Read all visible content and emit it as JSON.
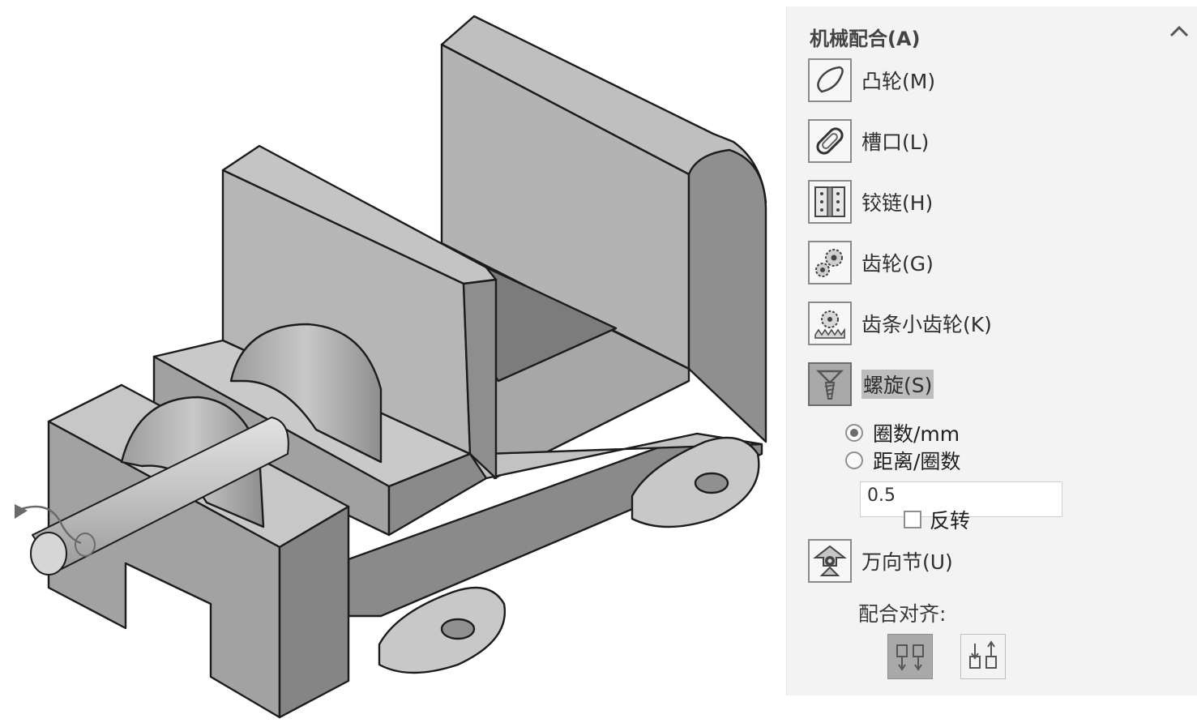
{
  "panel": {
    "title": "机械配合(A)",
    "collapse_icon": "chevron-up-icon",
    "mate_types": [
      {
        "id": "cam",
        "label": "凸轮(M)",
        "icon": "cam-icon",
        "selected": false
      },
      {
        "id": "slot",
        "label": "槽口(L)",
        "icon": "slot-icon",
        "selected": false
      },
      {
        "id": "hinge",
        "label": "铰链(H)",
        "icon": "hinge-icon",
        "selected": false
      },
      {
        "id": "gear",
        "label": "齿轮(G)",
        "icon": "gear-icon",
        "selected": false
      },
      {
        "id": "rack",
        "label": "齿条小齿轮(K)",
        "icon": "rack-pinion-icon",
        "selected": false
      },
      {
        "id": "screw",
        "label": "螺旋(S)",
        "icon": "screw-icon",
        "selected": true
      },
      {
        "id": "universal",
        "label": "万向节(U)",
        "icon": "universal-joint-icon",
        "selected": false
      }
    ],
    "screw_options": {
      "radio_revolutions": "圈数/mm",
      "radio_distance": "距离/圈数",
      "selected_radio": "revolutions",
      "value": "0.5",
      "reverse_label": "反转",
      "reverse_checked": false
    },
    "alignment": {
      "title": "配合对齐:",
      "buttons": [
        {
          "icon": "aligned-icon",
          "active": true
        },
        {
          "icon": "anti-aligned-icon",
          "active": false
        }
      ]
    }
  },
  "viewport": {
    "model": "bench-vise-3d-model"
  }
}
